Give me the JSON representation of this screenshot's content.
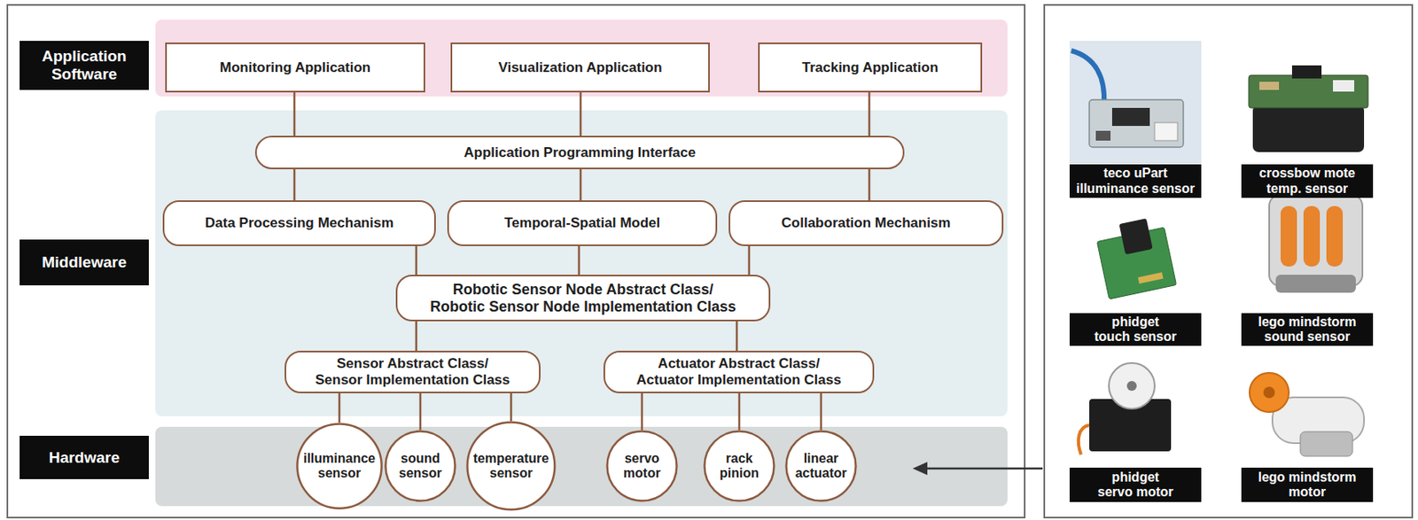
{
  "diagram": {
    "nodes": [
      {
        "text": [
          "Application Software"
        ]
      },
      {
        "text": [
          "Monitoring Application"
        ]
      },
      {
        "text": [
          "Visualization Application"
        ]
      },
      {
        "text": [
          "Tracking Application"
        ]
      },
      {
        "text": [
          "Application Programming Interface"
        ]
      },
      {
        "text": [
          "Middleware"
        ]
      },
      {
        "text": [
          "Data Processing Mechanism"
        ]
      },
      {
        "text": [
          "Temporal-Spatial Model"
        ]
      },
      {
        "text": [
          "Collaboration Mechanism"
        ]
      },
      {
        "text": [
          "Robotic Sensor Node Abstract Class/ Robotic Sensor Node Implementation Class"
        ]
      },
      {
        "text": [
          "Sensor Abstract Class/ Sensor Implementation Class"
        ]
      },
      {
        "text": [
          "Actuator Abstract Class/ Actuator Implementation Class"
        ]
      },
      {
        "text": [
          "Hardware"
        ]
      },
      {
        "text": [
          "illuminance sensor"
        ]
      },
      {
        "text": [
          "sound sensor"
        ]
      },
      {
        "text": [
          "temperature sensor"
        ]
      },
      {
        "text": [
          "servo motor"
        ]
      },
      {
        "text": [
          "rack pinion"
        ]
      },
      {
        "text": [
          "linear actuator"
        ]
      },
      {
        "text": [
          "teco uPart illuminance sensor"
        ]
      },
      {
        "text": [
          "crossbow mote temp. sensor"
        ]
      },
      {
        "text": [
          "phidget touch sensor"
        ]
      },
      {
        "text": [
          "lego mindstorm sound sensor"
        ]
      },
      {
        "text": [
          "phidget servo motor"
        ]
      },
      {
        "text": [
          "lego mindstorm motor"
        ]
      }
    ],
    "edges": [
      {
        "from": 1,
        "to": 4,
        "arrow": "none"
      },
      {
        "from": 2,
        "to": 4,
        "arrow": "none"
      },
      {
        "from": 3,
        "to": 4,
        "arrow": "none"
      },
      {
        "from": 4,
        "to": 6,
        "arrow": "none"
      },
      {
        "from": 4,
        "to": 7,
        "arrow": "none"
      },
      {
        "from": 4,
        "to": 8,
        "arrow": "none"
      },
      {
        "from": 6,
        "to": 9,
        "arrow": "none"
      },
      {
        "from": 7,
        "to": 9,
        "arrow": "none"
      },
      {
        "from": 8,
        "to": 9,
        "arrow": "none"
      },
      {
        "from": 9,
        "to": 10,
        "arrow": "none"
      },
      {
        "from": 9,
        "to": 11,
        "arrow": "none"
      },
      {
        "from": 10,
        "to": 13,
        "arrow": "none"
      },
      {
        "from": 10,
        "to": 14,
        "arrow": "none"
      },
      {
        "from": 10,
        "to": 15,
        "arrow": "none"
      },
      {
        "from": 11,
        "to": 16,
        "arrow": "none"
      },
      {
        "from": 11,
        "to": 17,
        "arrow": "none"
      },
      {
        "from": 11,
        "to": 18,
        "arrow": "none"
      }
    ]
  }
}
